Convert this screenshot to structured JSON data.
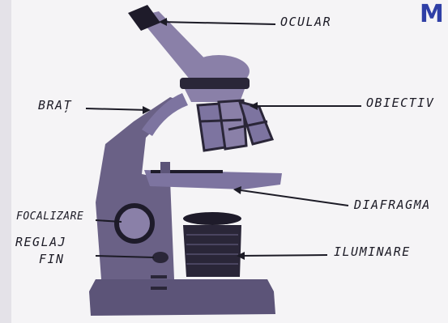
{
  "labels": {
    "ocular": "OCULAR",
    "brat": "BRAȚ",
    "obiectiv": "OBIECTIV",
    "diafragma": "DIAFRAGMA",
    "focalizare": "FOCALIZARE",
    "reglaj_line1": "REGLAJ",
    "reglaj_line2": "FIN",
    "iluminare": "ILUMINARE"
  },
  "corner_text": "M",
  "colors": {
    "paper": "#f5f4f6",
    "microscope_body": "#5c5478",
    "microscope_light": "#8a80a8",
    "ink": "#1c1b26",
    "corner_accent": "#2f3fa6"
  }
}
